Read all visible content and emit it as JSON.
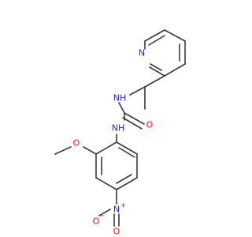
{
  "colors": {
    "bond": "#3a3a3a",
    "carbon": "#3a3a3a",
    "nitrogen": "#2020ff",
    "oxygen": "#ff0d0d",
    "background": "#ffffff"
  },
  "atoms": {
    "pyridine_n": "N",
    "amine_nh_top": "NH",
    "carbonyl_o": "O",
    "amine_nh_bottom": "NH",
    "methoxy_o": "O",
    "nitro_n": "N",
    "nitro_n_charge": "+",
    "nitro_o_left": "O",
    "nitro_o_left_charge": "−",
    "nitro_o_bottom": "O"
  }
}
